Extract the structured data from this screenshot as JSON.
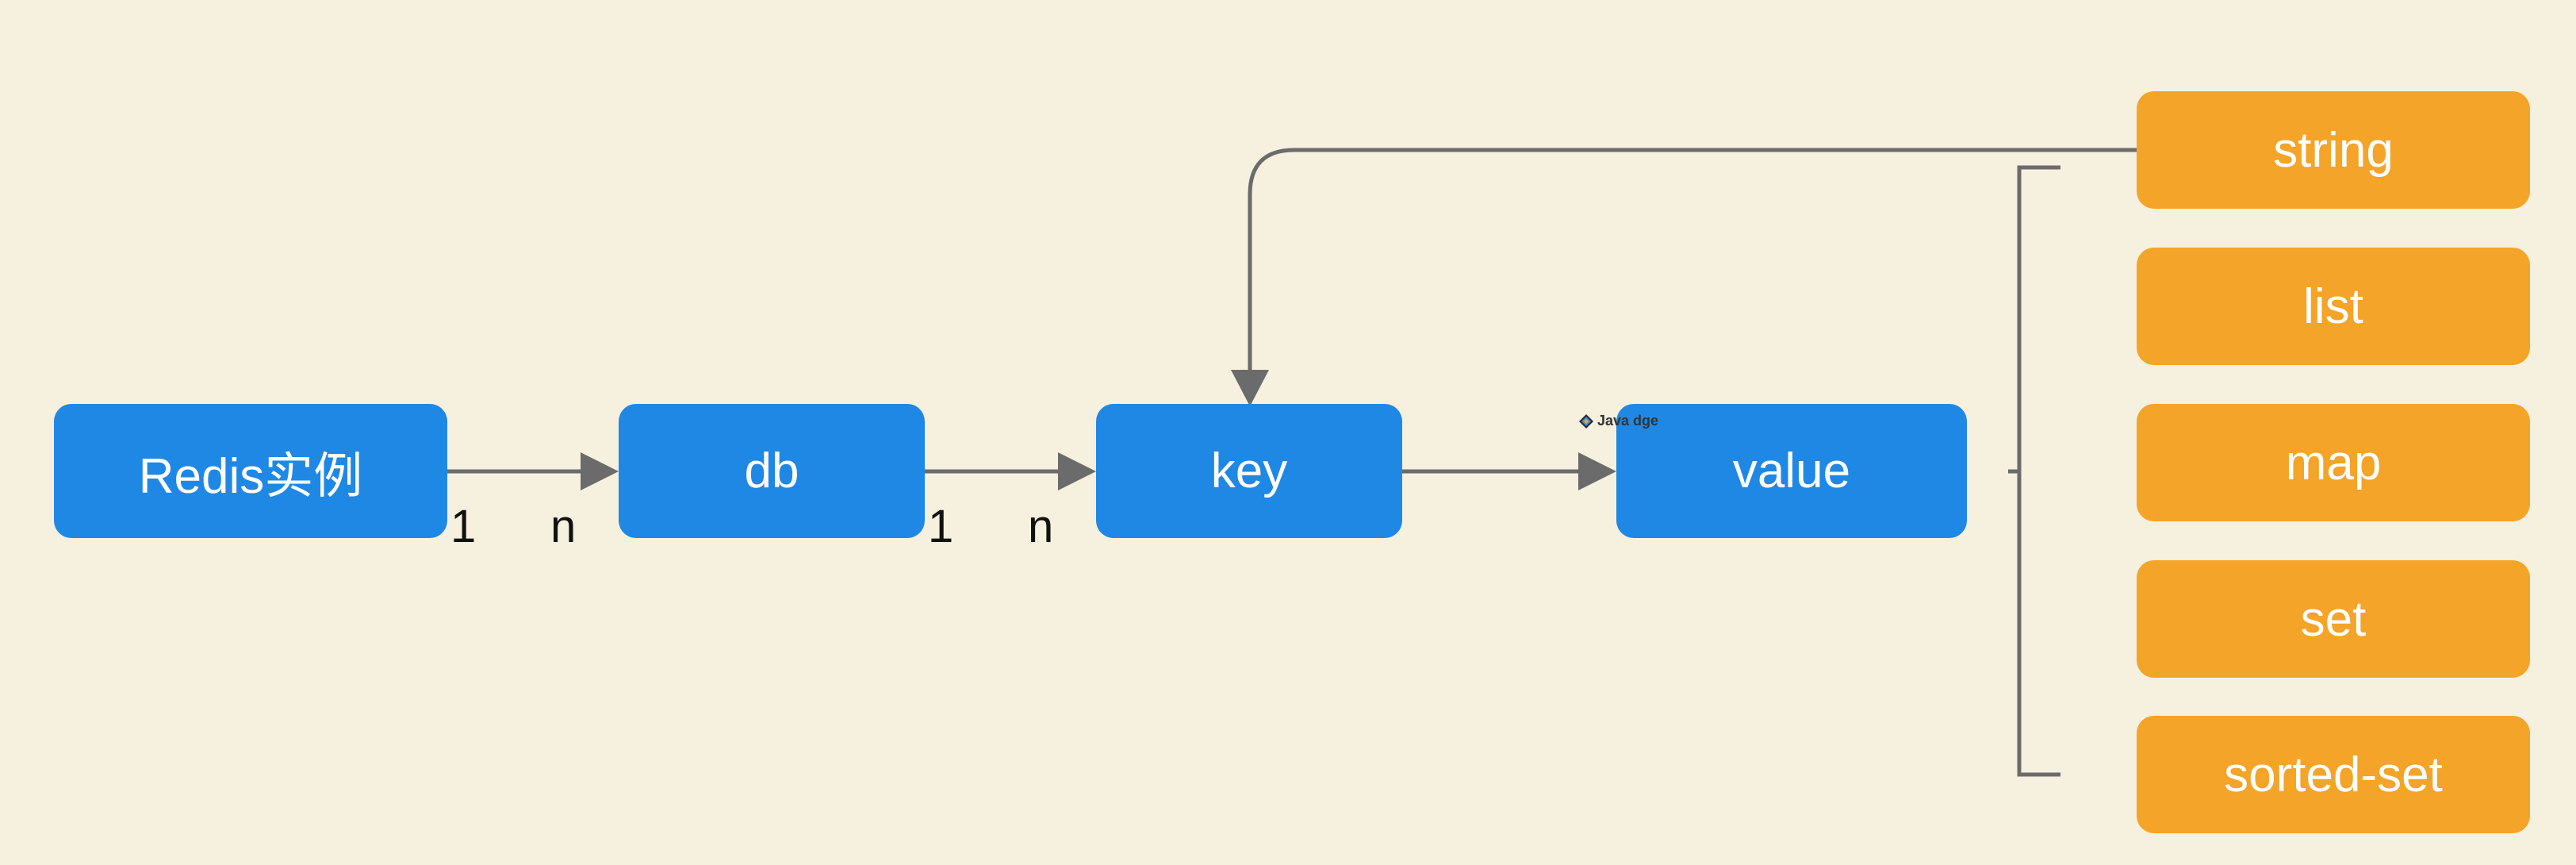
{
  "nodes": {
    "redis": "Redis实例",
    "db": "db",
    "key": "key",
    "value": "value"
  },
  "edges": {
    "redis_db": {
      "from_card": "1",
      "to_card": "n"
    },
    "db_key": {
      "from_card": "1",
      "to_card": "n"
    }
  },
  "types": [
    "string",
    "list",
    "map",
    "set",
    "sorted-set"
  ],
  "watermark": {
    "text": "Java dge"
  },
  "colors": {
    "background": "#f6f0de",
    "node_blue": "#1f88e5",
    "type_orange": "#f4a428",
    "connector": "#6b6b6b"
  }
}
